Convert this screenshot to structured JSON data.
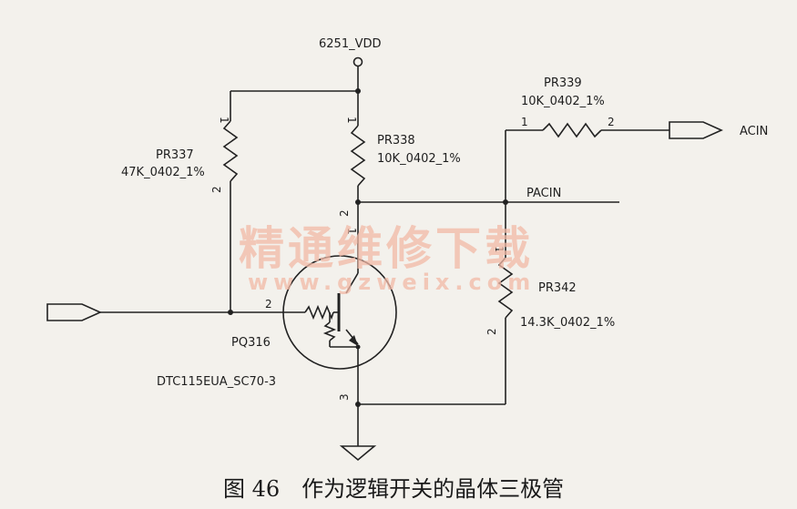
{
  "labels": {
    "vdd": "6251_VDD",
    "pr339_ref": "PR339",
    "pr339_val": "10K_0402_1%",
    "pr338_ref": "PR338",
    "pr338_val": "10K_0402_1%",
    "pr337_ref": "PR337",
    "pr337_val": "47K_0402_1%",
    "pr342_ref": "PR342",
    "pr342_val": "14.3K_0402_1%",
    "acin": "ACIN",
    "pacin": "PACIN",
    "pq316_ref": "PQ316",
    "pq316_part": "DTC115EUA_SC70-3"
  },
  "pins": {
    "pr339_1": "1",
    "pr339_2": "2",
    "pr337_1": "1",
    "pr337_2": "2",
    "pr338_1": "1",
    "pr338_2": "2",
    "pr342_1": "1",
    "pr342_2": "2",
    "pq_base": "2",
    "pq_collector": "1",
    "pq_emitter": "3"
  },
  "watermark": {
    "cn": "精通维修下载",
    "url": "www.gzweix.com"
  },
  "caption": "图 46　作为逻辑开关的晶体三极管",
  "colors": {
    "wire": "#222222",
    "paper": "#f3f1ec",
    "watermark": "#f2b9a6"
  }
}
